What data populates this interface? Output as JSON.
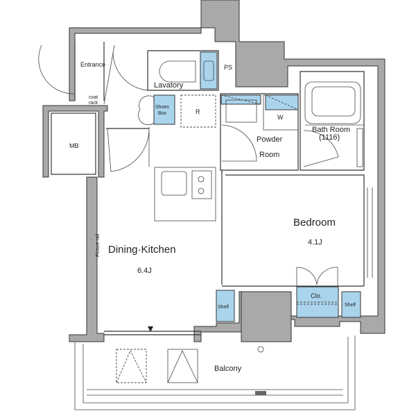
{
  "rooms": {
    "entrance": "Entrance",
    "coat_rack_1": "coat",
    "coat_rack_2": "rack",
    "lavatory": "Lavatory",
    "ps": "PS",
    "shoes_box_1": "Shoes",
    "shoes_box_2": "Box",
    "refrigerator": "R",
    "washer": "W",
    "powder_room_1": "Powder",
    "powder_room_2": "Room",
    "bath_room_1": "Bath Room",
    "bath_room_2": "(1116)",
    "mb": "MB",
    "bedroom": "Bedroom",
    "bedroom_size": "4.1J",
    "dining_kitchen": "Dining·Kitchen",
    "dining_kitchen_size": "6.4J",
    "picture_rail": "Picture rail",
    "shelf_left": "Shelf",
    "closet": "Clo.",
    "shelf_right": "Shelf",
    "balcony": "Balcony"
  },
  "colors": {
    "fixture_blue": "#a9d4ec",
    "wall_gray": "#a9a9a9"
  }
}
